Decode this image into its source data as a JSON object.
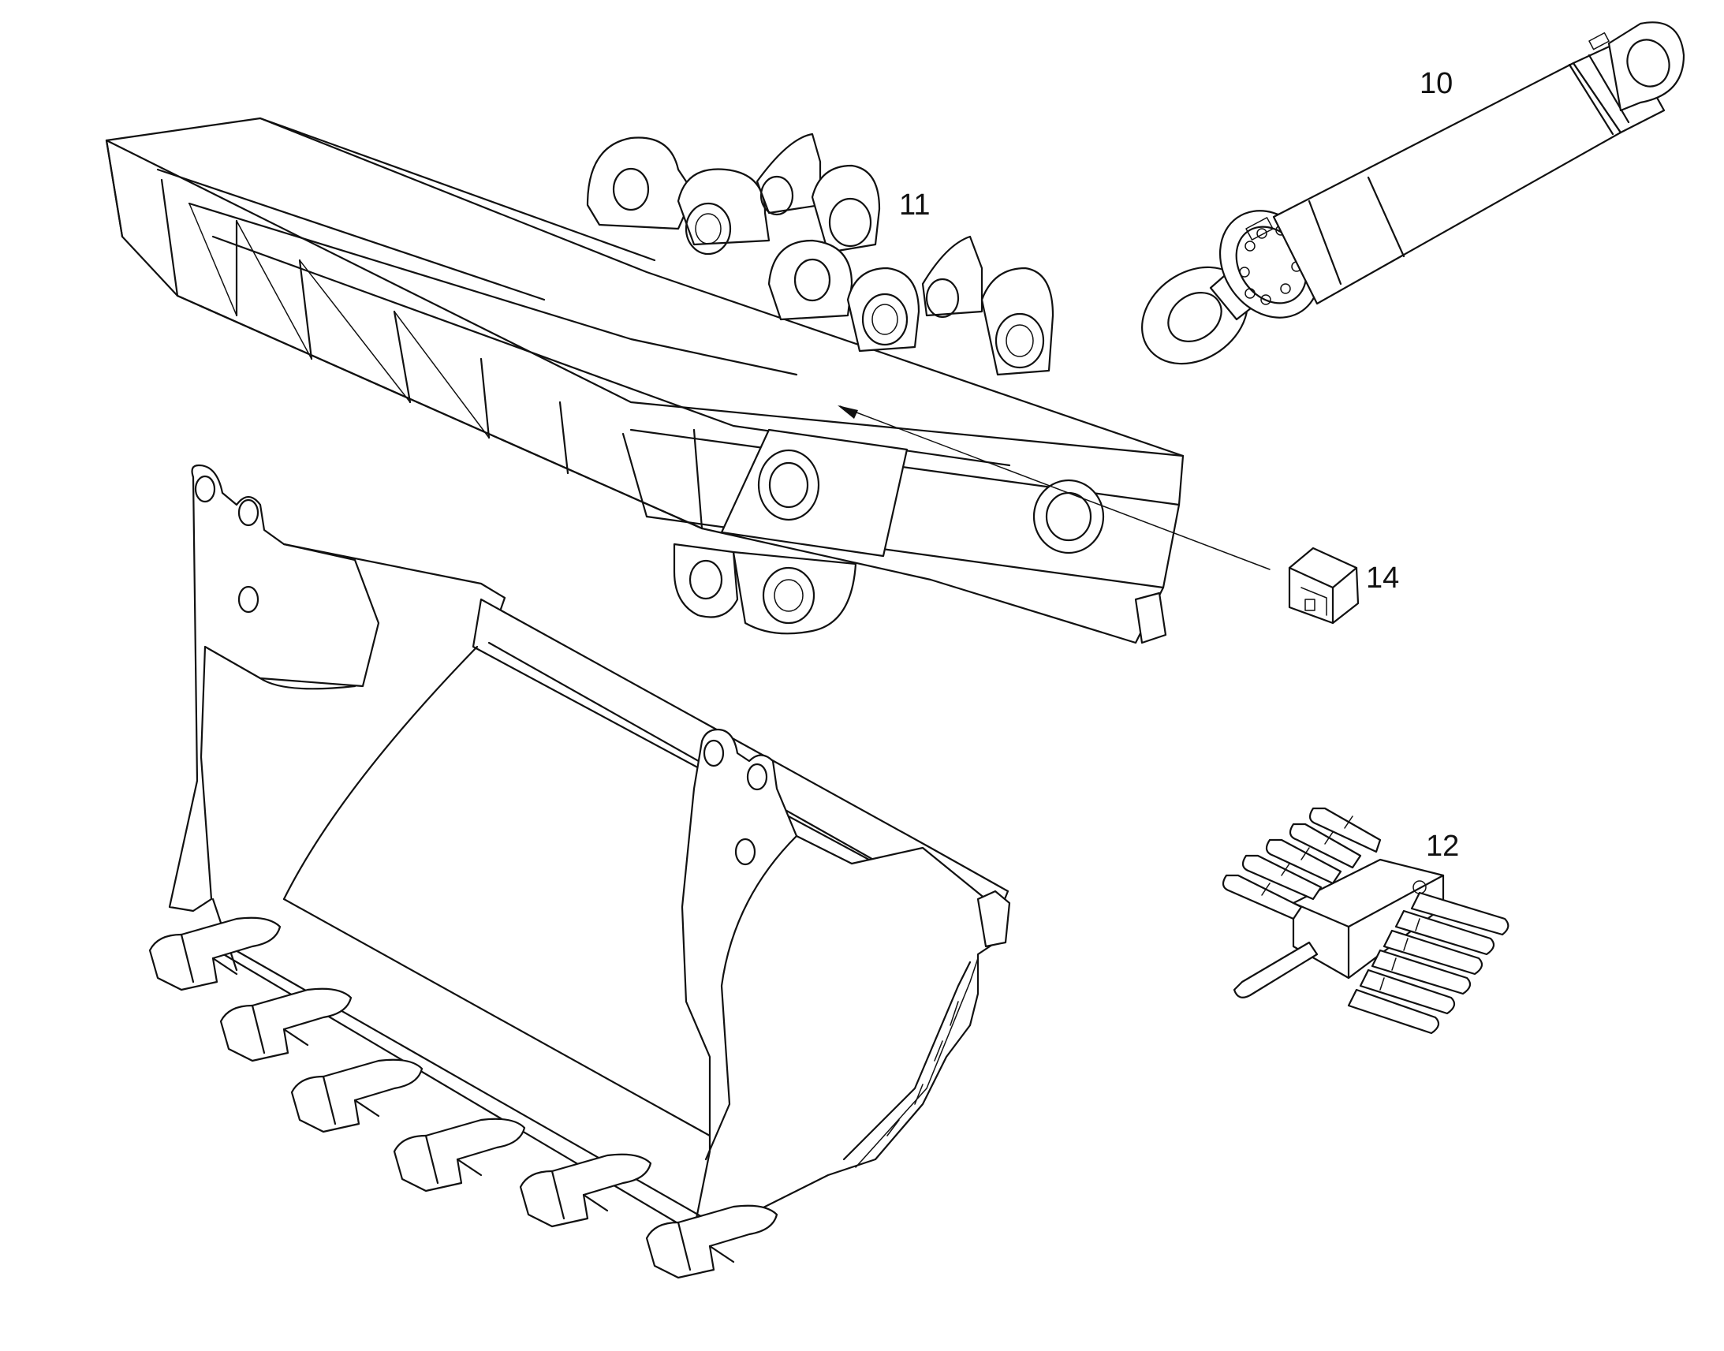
{
  "labels": {
    "cylinder": "10",
    "boom": "11",
    "valve_block": "12",
    "bracket": "14"
  },
  "colors": {
    "line": "#111111",
    "background": "#ffffff"
  }
}
